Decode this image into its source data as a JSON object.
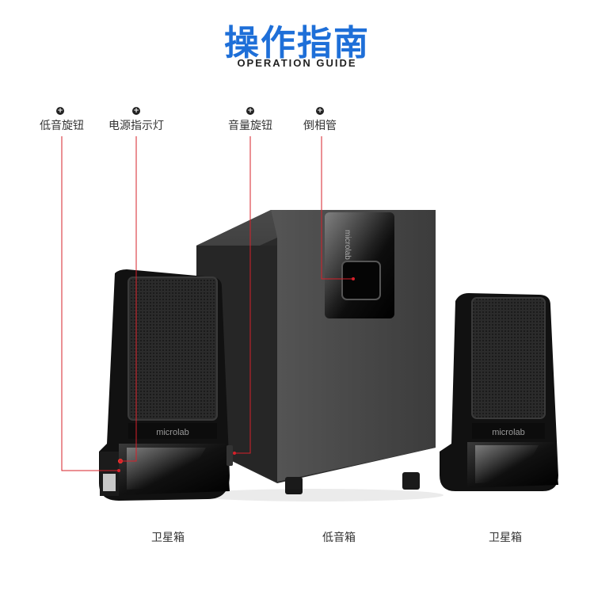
{
  "header": {
    "title": "操作指南",
    "subtitle": "OPERATION GUIDE"
  },
  "callouts": [
    {
      "label": "低音旋钮"
    },
    {
      "label": "电源指示灯"
    },
    {
      "label": "音量旋钮"
    },
    {
      "label": "倒相管"
    }
  ],
  "products": {
    "left": "卫星箱",
    "center": "低音箱",
    "right": "卫星箱"
  },
  "brand": {
    "logo_text": "microlab",
    "accent_color": "#d7202a",
    "title_color": "#1e6fd8"
  }
}
